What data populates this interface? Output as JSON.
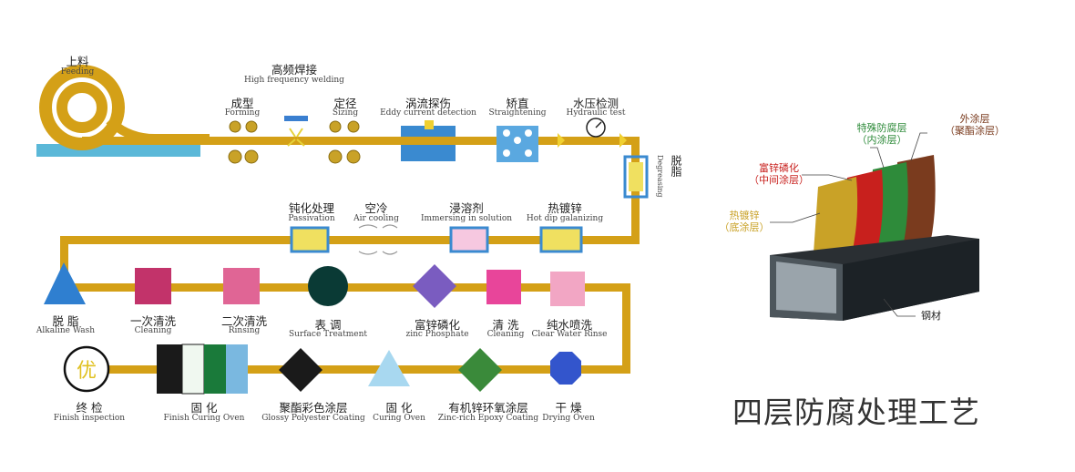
{
  "process": {
    "feeding": {
      "cn": "上料",
      "en": "Feeding"
    },
    "hf_welding": {
      "cn": "高频焊接",
      "en": "High frequency welding"
    },
    "forming": {
      "cn": "成型",
      "en": "Forming"
    },
    "sizing": {
      "cn": "定径",
      "en": "Sizing"
    },
    "eddy": {
      "cn": "涡流探伤",
      "en": "Eddy current detection"
    },
    "straightening": {
      "cn": "矫直",
      "en": "Straightening"
    },
    "hydraulic": {
      "cn": "水压检测",
      "en": "Hydraulic test"
    },
    "degreasing": {
      "cn": "脱脂",
      "en": "Degreasing"
    },
    "passivation": {
      "cn": "钝化处理",
      "en": "Passivation"
    },
    "air_cooling": {
      "cn": "空冷",
      "en": "Air cooling"
    },
    "immersing": {
      "cn": "浸溶剂",
      "en": "Immersing in solution"
    },
    "hot_dip": {
      "cn": "热镀锌",
      "en": "Hot dip galanizing"
    },
    "alkaline": {
      "cn": "脱 脂",
      "en": "Alkaline Wash"
    },
    "cleaning1": {
      "cn": "一次清洗",
      "en": "Cleaning"
    },
    "rinsing": {
      "cn": "二次清洗",
      "en": "Rinsing"
    },
    "surface": {
      "cn": "表 调",
      "en": "Surface Treatment"
    },
    "phosphate": {
      "cn": "富锌磷化",
      "en": "zinc Phosphate"
    },
    "cleaning2": {
      "cn": "清 洗",
      "en": "Cleaning"
    },
    "clear_rinse": {
      "cn": "纯水喷洗",
      "en": "Clear Water Rinse"
    },
    "finish_insp": {
      "cn": "终 检",
      "en": "Finish inspection",
      "badge": "优"
    },
    "finish_curing": {
      "cn": "固 化",
      "en": "Finish Curing Oven"
    },
    "glossy": {
      "cn": "聚酯彩色涂层",
      "en": "Glossy Polyester Coating"
    },
    "curing": {
      "cn": "固 化",
      "en": "Curing Oven"
    },
    "epoxy": {
      "cn": "有机锌环氧涂层",
      "en": "Zinc-rich Epoxy Coating"
    },
    "drying": {
      "cn": "干 燥",
      "en": "Drying Oven"
    }
  },
  "layers": {
    "outer": {
      "line1": "外涂层",
      "line2": "（聚酯涂层）",
      "color": "#7a3b1e"
    },
    "special": {
      "line1": "特殊防腐层",
      "line2": "（内涂层）",
      "color": "#2e8b3a"
    },
    "zinc_phos": {
      "line1": "富锌磷化",
      "line2": "（中间涂层）",
      "color": "#c8201d"
    },
    "hot_dip": {
      "line1": "热镀锌",
      "line2": "（底涂层）",
      "color": "#c9a227"
    },
    "steel": {
      "line1": "钢材"
    }
  },
  "title": "四层防腐处理工艺",
  "colors": {
    "pipe": "#d4a017",
    "cleaning1": "#c2336a",
    "rinsing": "#e06595",
    "phosphate": "#7a5cc0",
    "cleaning2": "#e8459a",
    "clear_rinse": "#f2a6c4",
    "alkaline": "#2f7fd0",
    "epoxy": "#3a8a3a",
    "drying": "#3355cc"
  }
}
